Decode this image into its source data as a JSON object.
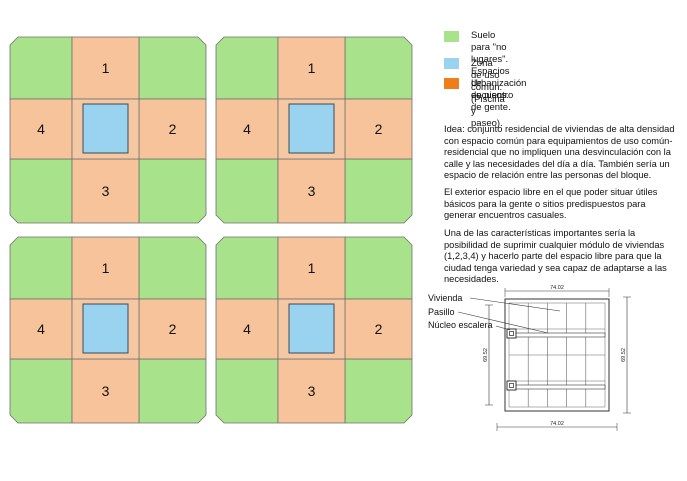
{
  "colors": {
    "green": "#a8e28a",
    "orange": "#f7c39a",
    "blue": "#9ad3f0",
    "legend_orange": "#f07e18",
    "stroke": "#707070"
  },
  "blocks": [
    {
      "labels": [
        "1",
        "2",
        "3",
        "4"
      ]
    },
    {
      "labels": [
        "1",
        "2",
        "3",
        "4"
      ]
    },
    {
      "labels": [
        "1",
        "2",
        "3",
        "4"
      ]
    },
    {
      "labels": [
        "1",
        "2",
        "3",
        "4"
      ]
    }
  ],
  "legend": [
    {
      "text": "Suelo para \"no lugares\". Espacios\n   de encuentro de gente.",
      "color_key": "green"
    },
    {
      "text": "Zona de uso común. (Piscina y paseo).",
      "color_key": "blue"
    },
    {
      "text": "Urbanización de pisos.",
      "color_key": "legend_orange"
    }
  ],
  "paragraphs": [
    "Idea: conjunto residencial de viviendas de alta densidad con espacio común para equipamientos de uso común-residencial que no impliquen una desvinculación con la calle y las necesidades del día a día. También sería un espacio de relación entre las personas del bloque.",
    "El exterior espacio libre en el que poder situar útiles básicos para la gente o sitios predispuestos para generar encuentros casuales.",
    "Una de las características importantes sería la posibilidad de suprimir cualquier módulo de viviendas (1,2,3,4) y hacerlo parte del espacio libre para que la ciudad tenga variedad y sea capaz de adaptarse a las necesidades."
  ],
  "plan": {
    "labels": [
      "Vivienda",
      "Pasillo",
      "Núcleo escalera"
    ],
    "dimensions": {
      "top": "74.02",
      "bottom": "74.02",
      "left": "69.52",
      "right": "69.52"
    }
  }
}
